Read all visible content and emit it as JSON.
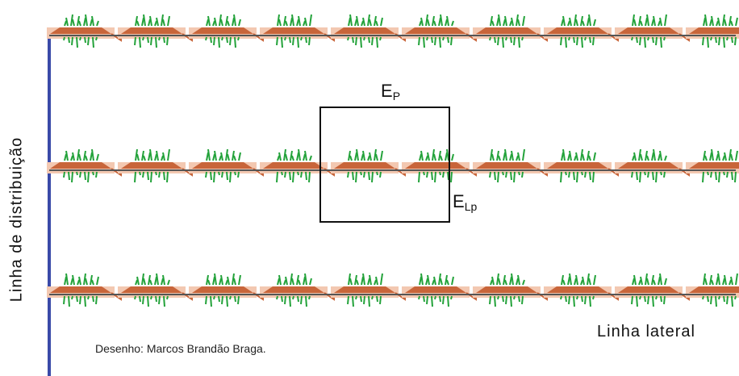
{
  "labels": {
    "distribution_line": "Linha de distribuição",
    "lateral_line": "Linha lateral",
    "credit": "Desenho: Marcos Brandão Braga.",
    "ep_main": "E",
    "ep_sub": "P",
    "elp_main": "E",
    "elp_sub": "Lp"
  },
  "colors": {
    "distribution_line": "#3a4aa8",
    "plant": "#23a23a",
    "wet_bulb_dark": "#c8653a",
    "wet_bulb_light": "#f3c8b1",
    "lateral": "#555555",
    "box": "#111111"
  },
  "counts": {
    "lateral_lines": 3,
    "plants_per_line": 10
  }
}
